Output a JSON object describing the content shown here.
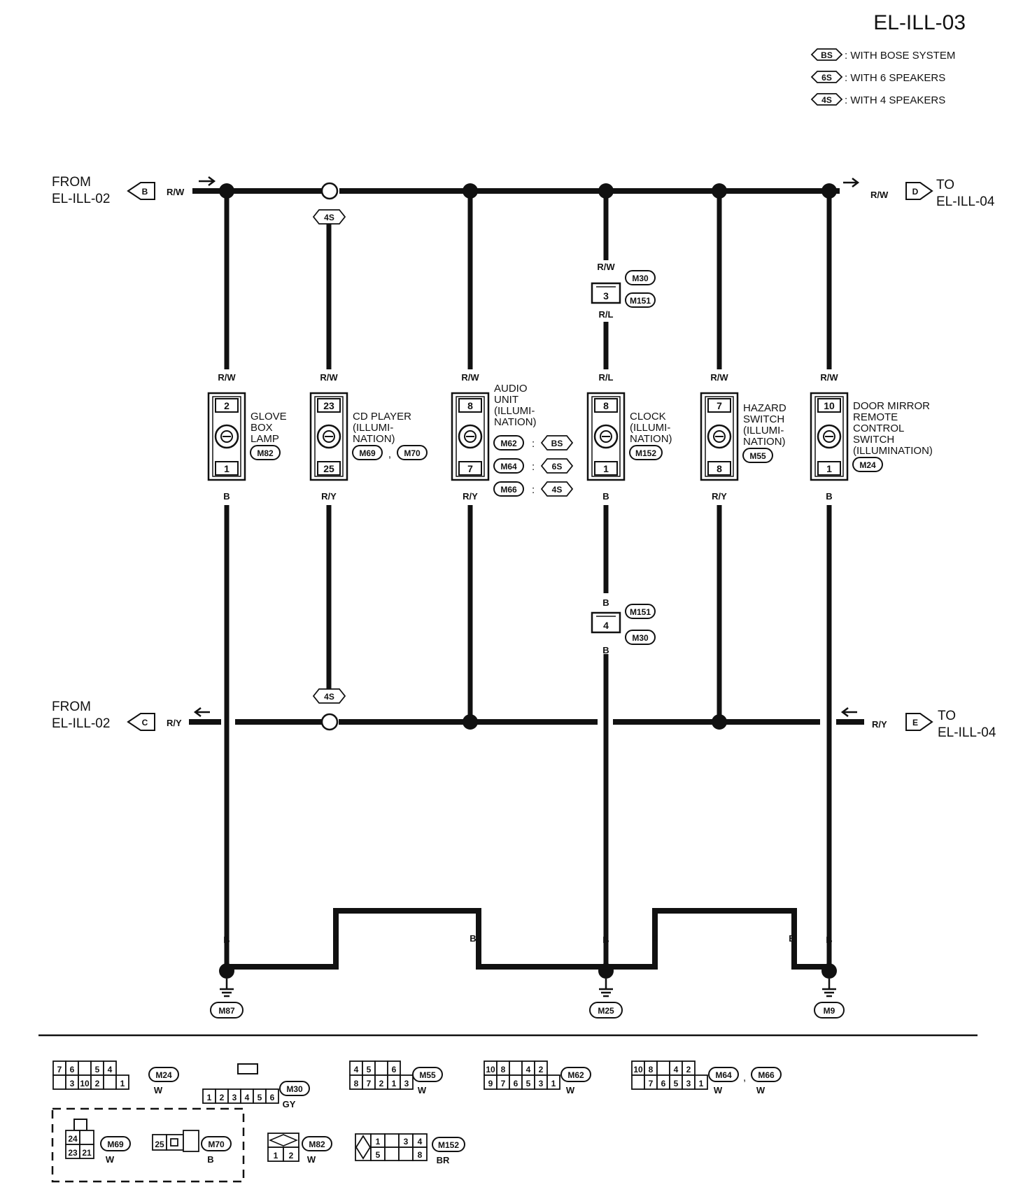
{
  "page_id": "EL-ILL-03",
  "legend": [
    {
      "code": "BS",
      "text": ": WITH BOSE SYSTEM"
    },
    {
      "code": "6S",
      "text": ": WITH 6 SPEAKERS"
    },
    {
      "code": "4S",
      "text": ": WITH 4 SPEAKERS"
    }
  ],
  "connections": {
    "from_top": {
      "line1": "FROM",
      "line2": "EL-ILL-02",
      "letter": "B",
      "wire": "R/W"
    },
    "to_top": {
      "line1": "TO",
      "line2": "EL-ILL-04",
      "letter": "D",
      "wire": "R/W"
    },
    "from_bottom": {
      "line1": "FROM",
      "line2": "EL-ILL-02",
      "letter": "C",
      "wire": "R/Y"
    },
    "to_bottom": {
      "line1": "TO",
      "line2": "EL-ILL-04",
      "letter": "E",
      "wire": "R/Y"
    }
  },
  "option_tag_4s": "4S",
  "clock_branch": {
    "upper": {
      "wire_in": "R/W",
      "pin": "3",
      "wire_out": "R/L",
      "connectors": [
        "M30",
        "M151"
      ]
    },
    "lower": {
      "wire_in": "B",
      "pin": "4",
      "wire_out": "B",
      "connectors": [
        "M151",
        "M30"
      ]
    }
  },
  "components": [
    {
      "wire_top": "R/W",
      "pin_top": "2",
      "pin_bottom": "1",
      "wire_bottom": "B",
      "label": [
        "GLOVE",
        "BOX",
        "LAMP"
      ],
      "conn": "M82"
    },
    {
      "wire_top": "R/W",
      "pin_top": "23",
      "pin_bottom": "25",
      "wire_bottom": "R/Y",
      "label": [
        "CD PLAYER",
        "(ILLUMI-",
        "NATION)"
      ],
      "conn": "M69",
      "conn_sep": ",",
      "conn2": "M70"
    },
    {
      "wire_top": "R/W",
      "pin_top": "8",
      "pin_bottom": "7",
      "wire_bottom": "R/Y",
      "label": [
        "AUDIO",
        "UNIT",
        "(ILLUMI-",
        "NATION)"
      ],
      "variants": [
        {
          "conn": "M62",
          "code": "BS"
        },
        {
          "conn": "M64",
          "code": "6S"
        },
        {
          "conn": "M66",
          "code": "4S"
        }
      ]
    },
    {
      "wire_top": "R/L",
      "pin_top": "8",
      "pin_bottom": "1",
      "wire_bottom": "B",
      "label": [
        "CLOCK",
        "(ILLUMI-",
        "NATION)"
      ],
      "conn": "M152"
    },
    {
      "wire_top": "R/W",
      "pin_top": "7",
      "pin_bottom": "8",
      "wire_bottom": "R/Y",
      "label": [
        "HAZARD",
        "SWITCH",
        "(ILLUMI-",
        "NATION)"
      ],
      "conn": "M55"
    },
    {
      "wire_top": "R/W",
      "pin_top": "10",
      "pin_bottom": "1",
      "wire_bottom": "B",
      "label": [
        "DOOR MIRROR",
        "REMOTE",
        "CONTROL",
        "SWITCH",
        "(ILLUMINATION)"
      ],
      "conn": "M24"
    }
  ],
  "ground": {
    "wire": "B",
    "points": [
      "M87",
      "M25",
      "M9"
    ]
  },
  "connector_faces": [
    {
      "id": "M24",
      "color": "W",
      "top": [
        "7",
        "6",
        "",
        "5",
        "4"
      ],
      "bottom": [
        "",
        "3",
        "10",
        "2",
        "",
        "1"
      ]
    },
    {
      "id": "M30",
      "color": "GY",
      "top": [],
      "bottom": [
        "1",
        "2",
        "3",
        "4",
        "5",
        "6"
      ]
    },
    {
      "id": "M55",
      "color": "W",
      "top": [
        "4",
        "5",
        "",
        "6"
      ],
      "bottom": [
        "8",
        "7",
        "2",
        "1",
        "3"
      ]
    },
    {
      "id": "M62",
      "color": "W",
      "top": [
        "10",
        "8",
        "",
        "4",
        "2"
      ],
      "bottom": [
        "9",
        "7",
        "6",
        "5",
        "3",
        "1"
      ]
    },
    {
      "id": "M64",
      "color": "W",
      "top": [
        "10",
        "8",
        "",
        "4",
        "2"
      ],
      "bottom": [
        "",
        "7",
        "6",
        "5",
        "3",
        "1"
      ]
    },
    {
      "id": "M66",
      "color": "W"
    },
    {
      "id": "M69",
      "color": "W",
      "top": [
        "24",
        ""
      ],
      "bottom": [
        "23",
        "21"
      ]
    },
    {
      "id": "M70",
      "color": "B",
      "top": [
        "25"
      ]
    },
    {
      "id": "M82",
      "color": "W",
      "bottom": [
        "1",
        "2"
      ]
    },
    {
      "id": "M152",
      "color": "BR",
      "top": [
        "1",
        "",
        "3",
        "4"
      ],
      "bottom": [
        "5",
        "",
        "",
        "8"
      ]
    }
  ]
}
